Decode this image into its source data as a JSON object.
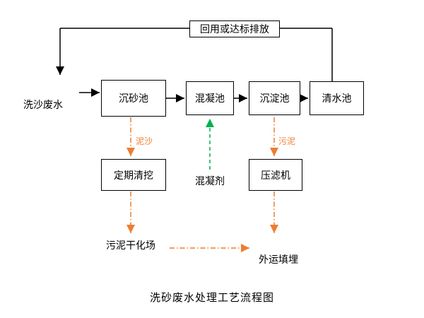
{
  "title": "洗砂废水处理工艺流程图",
  "labels": {
    "inlet": "洗沙废水",
    "recycle": "回用或达标排放",
    "sediment": "泥沙",
    "sludge": "污泥",
    "coagulant": "混凝剂",
    "drying_field": "污泥干化场",
    "landfill": "外运填埋"
  },
  "boxes": {
    "grit_chamber": "沉砂池",
    "coagulation_tank": "混凝池",
    "sedimentation_tank": "沉淀池",
    "clear_water_tank": "清水池",
    "periodic_dredging": "定期清挖",
    "filter_press": "压滤机"
  },
  "colors": {
    "line": "#000000",
    "sludge_flow": "#ED7D31",
    "coagulant_flow": "#00B050"
  }
}
